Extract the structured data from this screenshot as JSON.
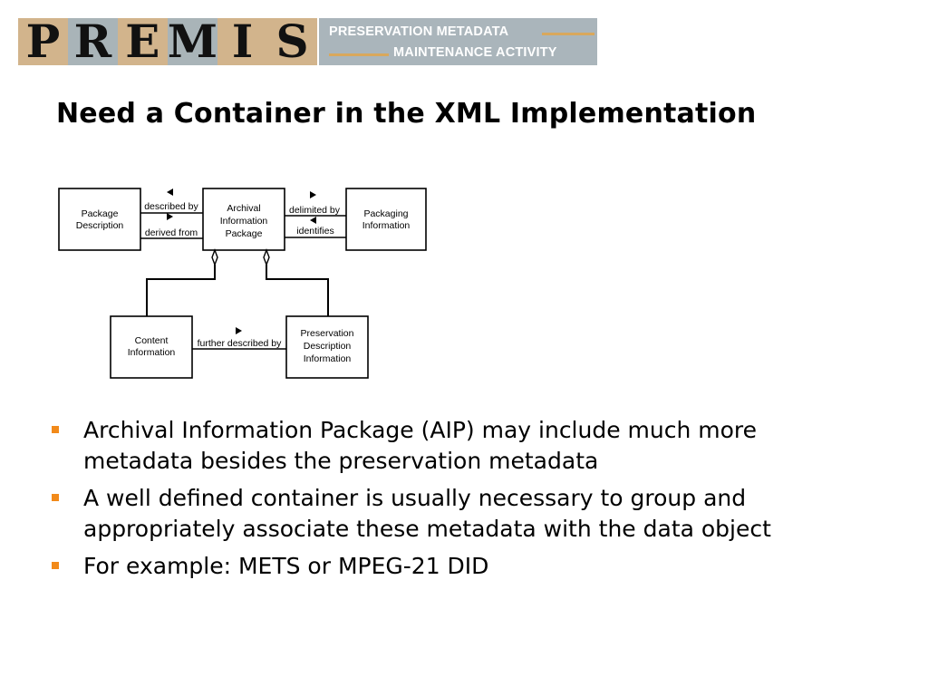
{
  "banner": {
    "logo_letters": [
      "P",
      "R",
      "E",
      "M",
      "I",
      "S"
    ],
    "logo_colors": [
      "#d2b48c",
      "#a9b4b8",
      "#d2b48c",
      "#a9b4b8",
      "#d2b48c",
      "#d2b48c"
    ],
    "line1": "PRESERVATION METADATA",
    "line2": "MAINTENANCE ACTIVITY"
  },
  "slide": {
    "title": "Need a Container in the XML Implementation"
  },
  "diagram": {
    "boxes": {
      "package_description": [
        "Package",
        "Description"
      ],
      "aip": [
        "Archival",
        "Information",
        "Package"
      ],
      "packaging_information": [
        "Packaging",
        "Information"
      ],
      "content_information": [
        "Content",
        "Information"
      ],
      "pdi": [
        "Preservation",
        "Description",
        "Information"
      ]
    },
    "labels": {
      "described_by": "described by",
      "derived_from": "derived from",
      "delimited_by": "delimited by",
      "identifies": "identifies",
      "further_described_by": "further described by"
    }
  },
  "bullets": [
    "Archival Information Package (AIP) may include much more metadata besides the preservation metadata",
    "A well defined container is usually necessary to group and appropriately associate these metadata with the data object",
    "For example: METS or MPEG-21 DID"
  ],
  "colors": {
    "bullet_marker": "#f28a1a",
    "banner_gray": "#aab5bb",
    "banner_rule": "#d9a85c"
  }
}
